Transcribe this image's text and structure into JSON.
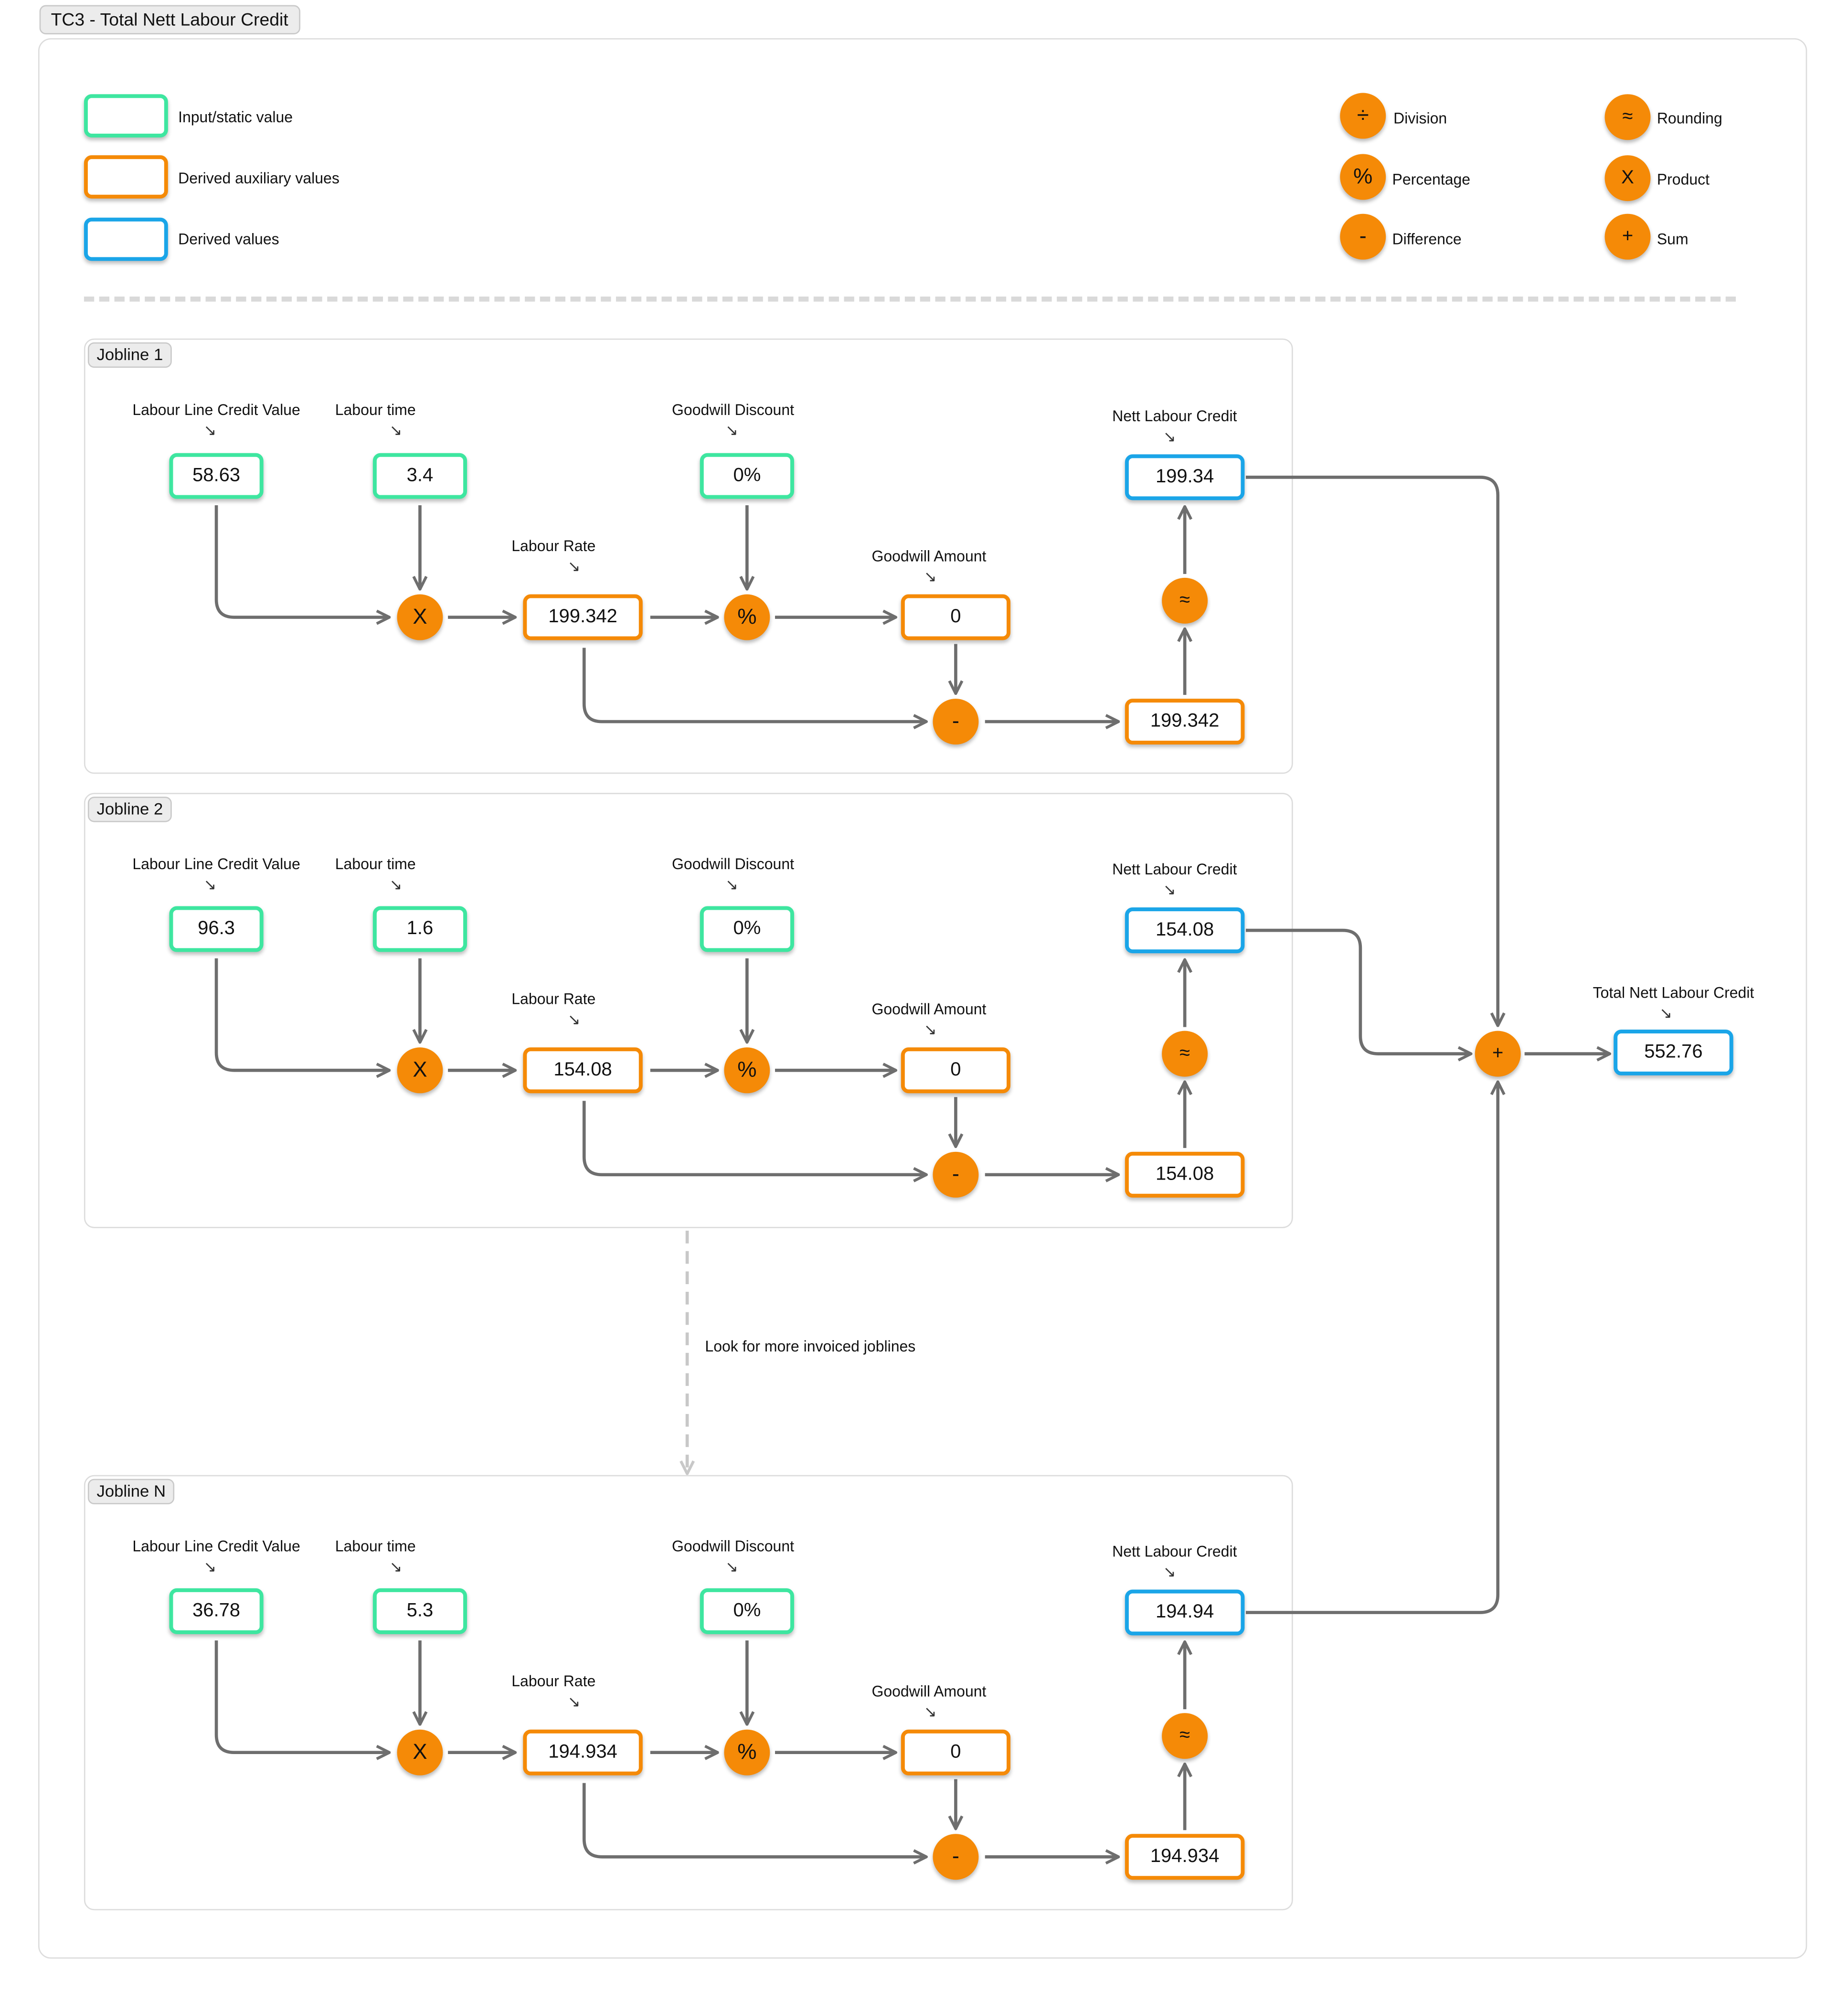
{
  "title": "TC3 - Total Nett Labour Credit",
  "legend": {
    "boxes": [
      {
        "label": "Input/static value"
      },
      {
        "label": "Derived auxiliary values"
      },
      {
        "label": "Derived values"
      }
    ],
    "operators": [
      {
        "symbol": "÷",
        "label": "Division"
      },
      {
        "symbol": "%",
        "label": "Percentage"
      },
      {
        "symbol": "-",
        "label": "Difference"
      },
      {
        "symbol": "≈",
        "label": "Rounding"
      },
      {
        "symbol": "X",
        "label": "Product"
      },
      {
        "symbol": "+",
        "label": "Sum"
      }
    ]
  },
  "labels": {
    "credit_value": "Labour Line Credit Value",
    "labour_time": "Labour time",
    "goodwill_discount": "Goodwill Discount",
    "nett_labour_credit": "Nett Labour Credit",
    "labour_rate": "Labour Rate",
    "goodwill_amount": "Goodwill Amount"
  },
  "operators": {
    "product": "X",
    "percentage": "%",
    "difference": "-",
    "rounding": "≈",
    "sum": "+"
  },
  "joblines": [
    {
      "name": "Jobline 1",
      "credit_value": "58.63",
      "labour_time": "3.4",
      "goodwill_discount": "0%",
      "labour_rate": "199.342",
      "goodwill_amount": "0",
      "difference": "199.342",
      "nett_labour_credit": "199.34"
    },
    {
      "name": "Jobline 2",
      "credit_value": "96.3",
      "labour_time": "1.6",
      "goodwill_discount": "0%",
      "labour_rate": "154.08",
      "goodwill_amount": "0",
      "difference": "154.08",
      "nett_labour_credit": "154.08"
    },
    {
      "name": "Jobline N",
      "credit_value": "36.78",
      "labour_time": "5.3",
      "goodwill_discount": "0%",
      "labour_rate": "194.934",
      "goodwill_amount": "0",
      "difference": "194.934",
      "nett_labour_credit": "194.94"
    }
  ],
  "more_joblines_note": "Look for more invoiced joblines",
  "total": {
    "label": "Total Nett Labour Credit",
    "value": "552.76"
  },
  "colors": {
    "input": "#3ee6a0",
    "auxiliary": "#f58a07",
    "derived": "#1aa5e8",
    "operator": "#f58a07",
    "connector": "#6e6e6e"
  }
}
